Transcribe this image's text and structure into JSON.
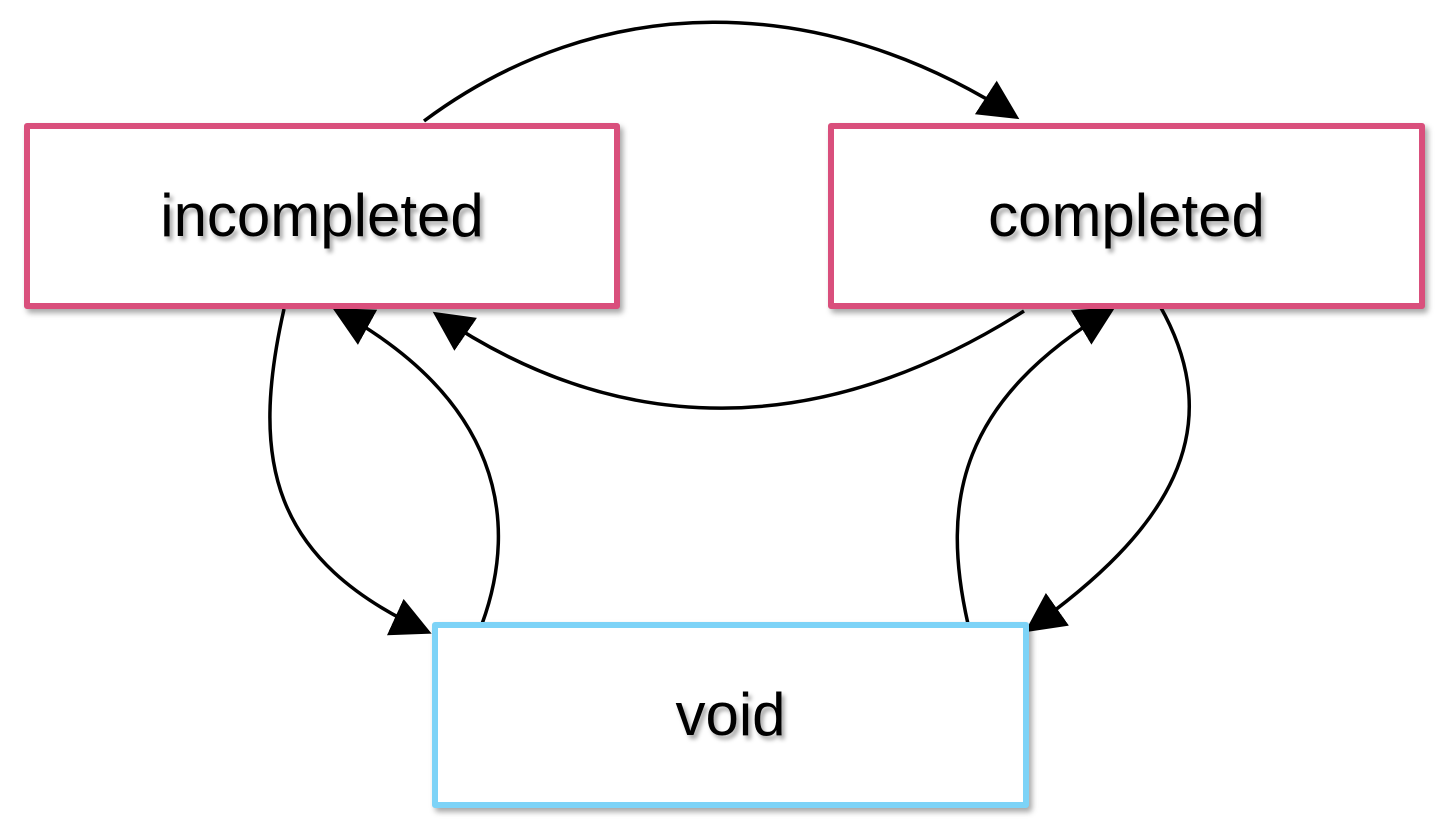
{
  "diagram": {
    "nodes": {
      "incompleted": {
        "label": "incompleted",
        "border_color": "#d94f7c"
      },
      "completed": {
        "label": "completed",
        "border_color": "#d94f7c"
      },
      "void": {
        "label": "void",
        "border_color": "#7dd3f7"
      }
    },
    "edges": [
      {
        "from": "incompleted",
        "to": "completed"
      },
      {
        "from": "completed",
        "to": "incompleted"
      },
      {
        "from": "incompleted",
        "to": "void"
      },
      {
        "from": "void",
        "to": "incompleted"
      },
      {
        "from": "completed",
        "to": "void"
      },
      {
        "from": "void",
        "to": "completed"
      }
    ],
    "edge_color": "#000000"
  }
}
